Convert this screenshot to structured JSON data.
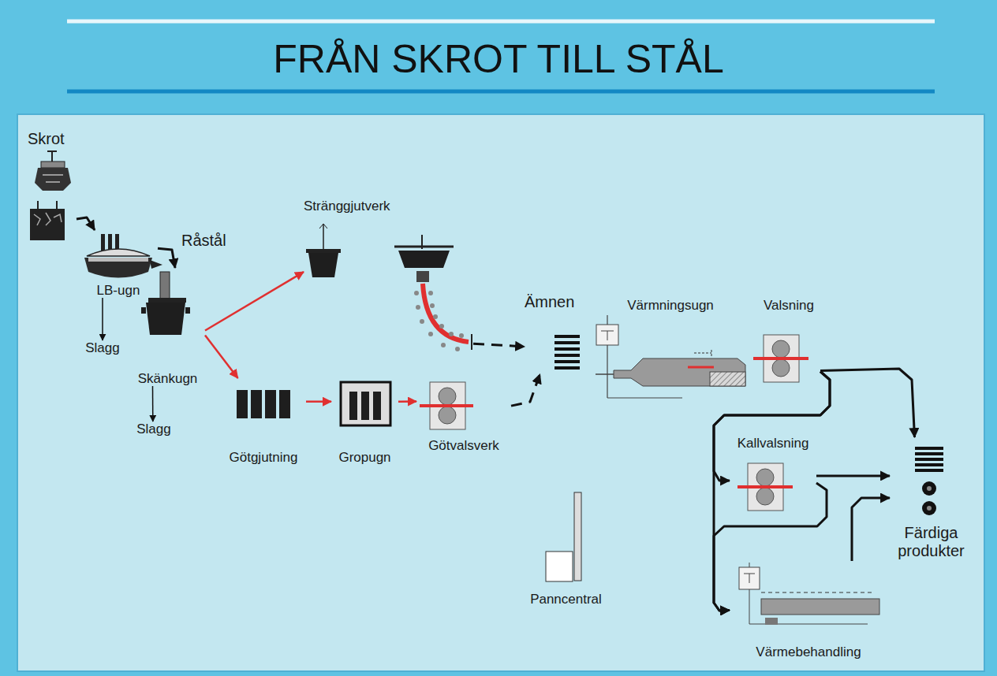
{
  "diagram": {
    "title": "FRÅN SKROT TILL STÅL",
    "nodes": [
      {
        "text": [
          "Skrot"
        ]
      },
      {
        "text": [
          "LB-ugn"
        ]
      },
      {
        "text": [
          "Slagg"
        ]
      },
      {
        "text": [
          "Skänkugn"
        ]
      },
      {
        "text": [
          "Slagg"
        ]
      },
      {
        "text": [
          "Stränggjutverk"
        ]
      },
      {
        "text": [
          "Götgjutning"
        ]
      },
      {
        "text": [
          "Gropugn"
        ]
      },
      {
        "text": [
          "Götvalsverk"
        ]
      },
      {
        "text": [
          "Ämnen"
        ]
      },
      {
        "text": [
          "Värmningsugn"
        ]
      },
      {
        "text": [
          "Valsning"
        ]
      },
      {
        "text": [
          "Kallvalsning"
        ]
      },
      {
        "text": [
          "Värmebehandling"
        ]
      },
      {
        "text": [
          "Färdiga produkter"
        ]
      },
      {
        "text": [
          "Panncentral"
        ]
      }
    ],
    "edges": [
      {
        "from": 0,
        "to": 1,
        "arrow": "to"
      },
      {
        "from": 1,
        "to": 2,
        "arrow": "to"
      },
      {
        "from": 1,
        "to": 3,
        "label": "Råstål",
        "arrow": "to"
      },
      {
        "from": 3,
        "to": 4,
        "arrow": "to"
      },
      {
        "from": 3,
        "to": 5,
        "arrow": "to"
      },
      {
        "from": 3,
        "to": 6,
        "arrow": "to"
      },
      {
        "from": 6,
        "to": 7,
        "arrow": "to"
      },
      {
        "from": 7,
        "to": 8,
        "arrow": "to"
      },
      {
        "from": 5,
        "to": 9,
        "arrow": "to"
      },
      {
        "from": 8,
        "to": 9,
        "arrow": "to"
      },
      {
        "from": 11,
        "to": 14,
        "arrow": "to"
      },
      {
        "from": 11,
        "to": 12,
        "arrow": "to"
      },
      {
        "from": 11,
        "to": 13,
        "arrow": "to"
      },
      {
        "from": 12,
        "to": 14,
        "arrow": "to"
      },
      {
        "from": 12,
        "to": 13,
        "arrow": "to"
      },
      {
        "from": 13,
        "to": 14,
        "arrow": "to"
      }
    ]
  }
}
